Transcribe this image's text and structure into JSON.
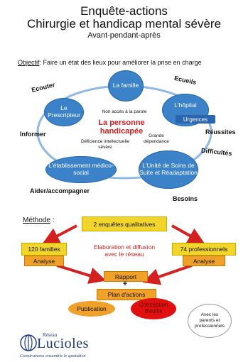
{
  "header": {
    "title_line1": "Enquête-actions",
    "title_line2": "Chirurgie et handicap mental sévère",
    "title_line3": "Avant-pendant-après"
  },
  "objective": {
    "label": "Objectif",
    "text": ": Faire un état des lieux pour améliorer la prise en charge"
  },
  "cycle_labels": {
    "ecouter": "Ecouter",
    "ecueils": "Ecueils",
    "informer": "Informer",
    "reussites": "Réussites",
    "difficultes": "Difficultés",
    "aider": "Aider/accompagner",
    "besoins": "Besoins"
  },
  "nodes": {
    "famille": "La famille",
    "prescripteur": "Le Prescripteur",
    "hopital": "L'hôpital",
    "urgences": "Urgences",
    "etablissement": "L'établissement médico-social",
    "unite": "L'Unité de Soins de Suite et Réadaptation"
  },
  "center": {
    "line1": "La personne",
    "line2": "handicapée",
    "note_parole": "Non accès à la parole",
    "note_deficience_1": "Déficience intellectuelle",
    "note_deficience_2": "sévère",
    "note_dependance_1": "Grande",
    "note_dependance_2": "dépendance"
  },
  "method": {
    "label": "Méthode",
    "colon": ":",
    "enquetes": "2 enquêtes qualitatives",
    "familles": "120 familles",
    "analyse_left": "Analyse",
    "professionnels": "74 professionnels",
    "analyse_right": "Analyse",
    "elaboration_1": "Elaboration et diffusion",
    "elaboration_2": "avec le réseau",
    "rapport": "Rapport",
    "plus": "+",
    "plan": "Plan d'actions",
    "publication": "Publication",
    "conception_1": "Conception",
    "conception_2": "d'outils",
    "avec_1": "Avec les",
    "avec_2": "parents et",
    "avec_3": "professionnels"
  },
  "logo": {
    "reseau": "Réseau",
    "name": "Lucioles",
    "tagline": "Construisons ensemble le quotidien"
  },
  "colors": {
    "blue": "#3b82c8",
    "red": "#d42020",
    "yellow": "#f2d52b",
    "orange": "#f0a12a",
    "navy": "#1c3a7a"
  }
}
